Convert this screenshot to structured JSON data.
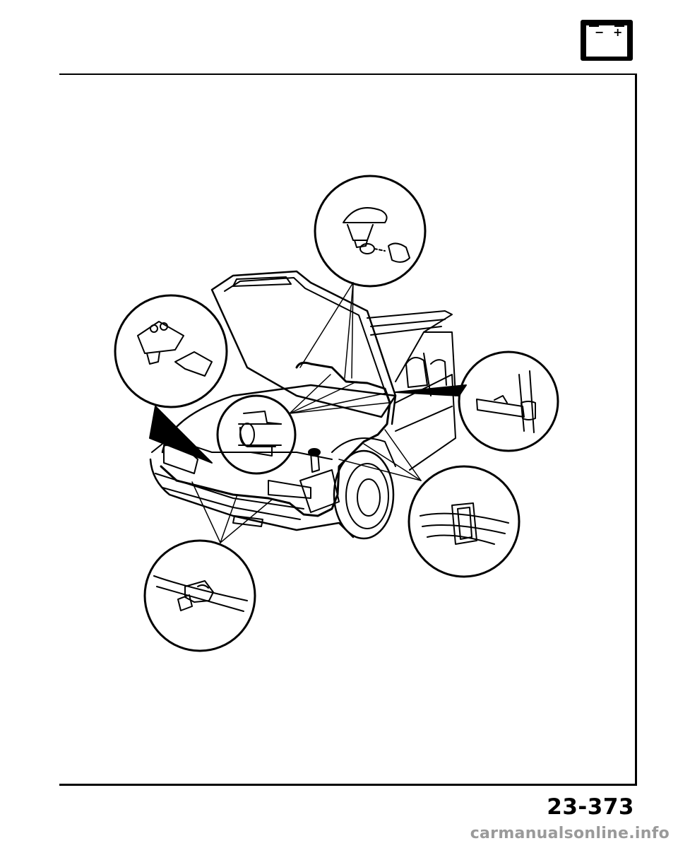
{
  "header": {
    "icon": "battery-icon",
    "icon_minus": "−",
    "icon_plus": "+"
  },
  "diagram": {
    "subject": "windshield washer hose routing on car with hood open",
    "callouts": [
      "washer-nozzle-detail",
      "nozzle-clip-detail",
      "hood-hose-clip-detail",
      "hose-grommet-detail",
      "hose-band-clip-detail",
      "bumper-hose-clip-detail"
    ]
  },
  "footer": {
    "page_number": "23-373",
    "watermark": "carmanualsonline.info"
  },
  "colors": {
    "ink": "#000000",
    "watermark": "#9a9a9a"
  }
}
